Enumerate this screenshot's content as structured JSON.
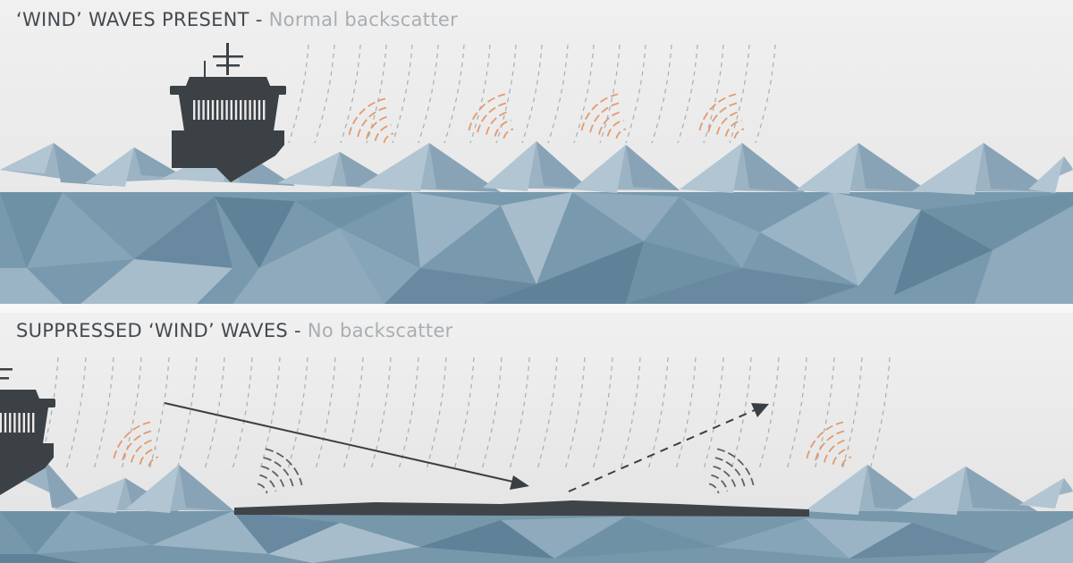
{
  "panels": [
    {
      "heading": "‘WIND’ WAVES PRESENT",
      "separator": "-",
      "subheading": "Normal backscatter"
    },
    {
      "heading": "SUPPRESSED ‘WIND’ WAVES",
      "separator": "-",
      "subheading": "No backscatter"
    }
  ],
  "colors": {
    "ship": "#3c4145",
    "backscatter_arc": "#e39a6e",
    "reflected_arc": "#5b6166",
    "rain_dash": "#a9adb0",
    "ocean_dark": "#6d8ea3",
    "ocean_light": "#a6bdcb",
    "slick": "#3f4448"
  }
}
